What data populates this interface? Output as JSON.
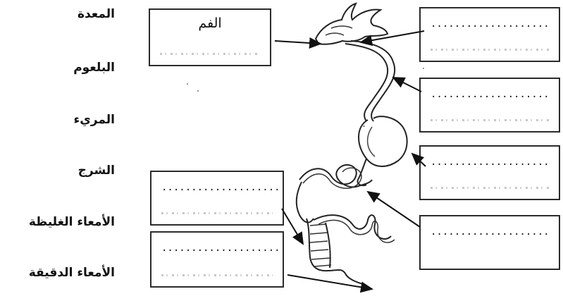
{
  "word_bank": [
    "المعدة",
    "البلعوم",
    "المريء",
    "الشرج",
    "الأمعاء الغليظة",
    "الأمعاء الدقيقة"
  ],
  "boxes": {
    "mouth_label": "الفم",
    "blank": "...................."
  }
}
